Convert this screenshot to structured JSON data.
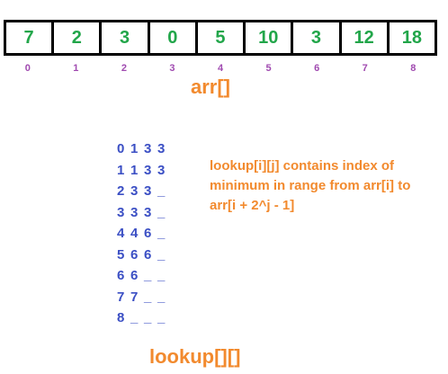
{
  "array": {
    "values": [
      "7",
      "2",
      "3",
      "0",
      "5",
      "10",
      "3",
      "12",
      "18"
    ],
    "indices": [
      "0",
      "1",
      "2",
      "3",
      "4",
      "5",
      "6",
      "7",
      "8"
    ],
    "label": "arr[]"
  },
  "lookup": {
    "rows": [
      [
        "0",
        "1",
        "3",
        "3"
      ],
      [
        "1",
        "1",
        "3",
        "3"
      ],
      [
        "2",
        "3",
        "3",
        "_"
      ],
      [
        "3",
        "3",
        "3",
        "_"
      ],
      [
        "4",
        "4",
        "6",
        "_"
      ],
      [
        "5",
        "6",
        "6",
        "_"
      ],
      [
        "6",
        "6",
        "_",
        "_"
      ],
      [
        "7",
        "7",
        "_",
        "_"
      ],
      [
        "8",
        "_",
        "_",
        "_"
      ]
    ],
    "label": "lookup[][]"
  },
  "note": {
    "lines": [
      "lookup[i][j] contains index of",
      "minimum in range from arr[i] to",
      "arr[i + 2^j - 1]"
    ]
  },
  "colors": {
    "value_green": "#22a64a",
    "index_purple": "#a04ab0",
    "label_orange": "#f28a2e",
    "table_blue": "#3b4fc4"
  }
}
